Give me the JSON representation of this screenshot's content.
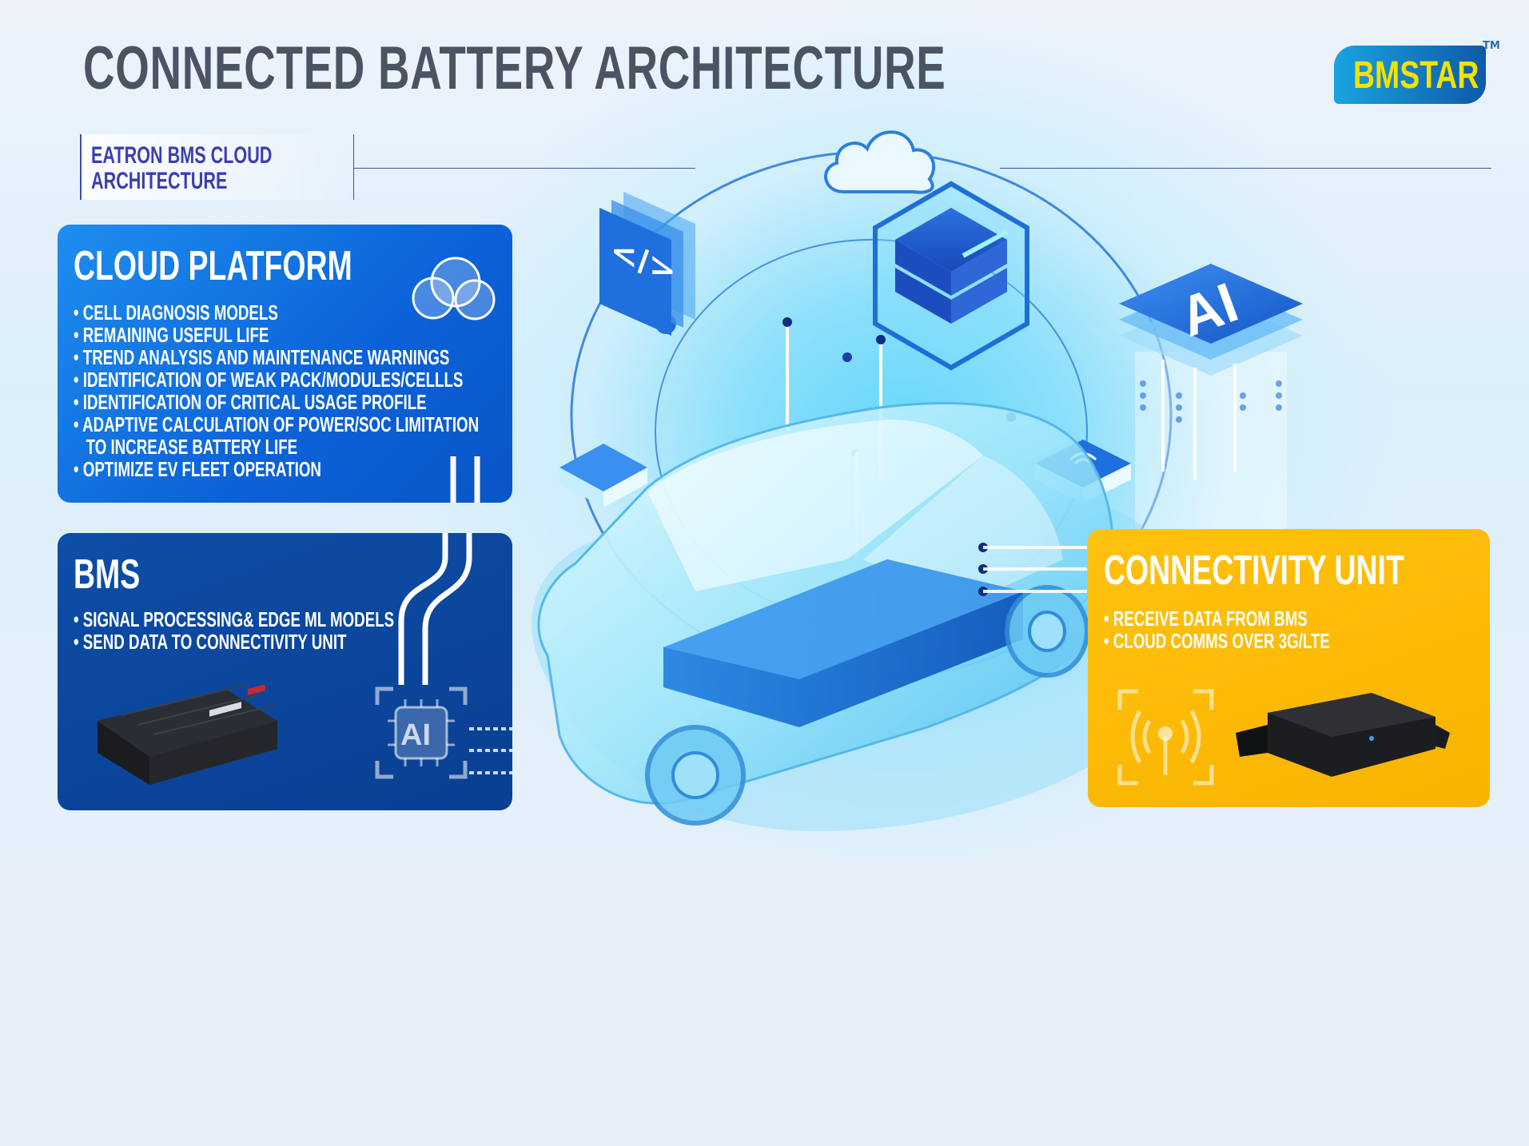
{
  "title": "CONNECTED BATTERY ARCHITECTURE",
  "brand": {
    "name": "BMSTAR",
    "trademark": "TM"
  },
  "subtitle": {
    "line1": "EATRON BMS CLOUD",
    "line2": "ARCHITECTURE"
  },
  "cloud_platform": {
    "title": "CLOUD PLATFORM",
    "items": [
      "CELL DIAGNOSIS MODELS",
      "REMAINING USEFUL LIFE",
      "TREND ANALYSIS AND MAINTENANCE WARNINGS",
      "IDENTIFICATION OF WEAK PACK/MODULES/CELLLS",
      "IDENTIFICATION OF CRITICAL USAGE PROFILE",
      "ADAPTIVE CALCULATION OF POWER/SOC LIMITATION",
      "TO INCREASE BATTERY LIFE",
      "OPTIMIZE EV FLEET OPERATION"
    ]
  },
  "bms": {
    "title": "BMS",
    "items": [
      "SIGNAL PROCESSING& EDGE ML MODELS",
      "SEND DATA TO CONNECTIVITY UNIT"
    ],
    "chip_label": "AI"
  },
  "connectivity_unit": {
    "title": "CONNECTIVITY UNIT",
    "items": [
      "RECEIVE DATA FROM BMS",
      "CLOUD COMMS OVER 3G/LTE"
    ]
  },
  "server_label": "AI",
  "code_icon_label": "</>",
  "colors": {
    "cloud_panel": "#0b62d8",
    "bms_panel": "#0a3f92",
    "connectivity_panel": "#ffc20e",
    "title_gray": "#4a5463",
    "logo_yellow": "#f3e100"
  }
}
